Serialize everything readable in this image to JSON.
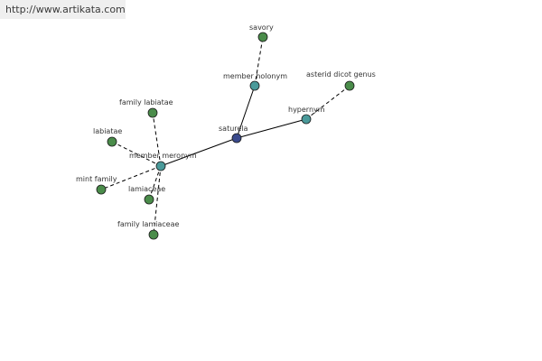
{
  "header": {
    "url": "http://www.artikata.com"
  },
  "colors": {
    "center": "#3a4a8c",
    "relation": "#4a9a9a",
    "leaf": "#4a8c4a",
    "edge": "#000000",
    "url_bg": "#efefef"
  },
  "graph": {
    "center": {
      "id": "saturela",
      "label": "saturela"
    },
    "relations": [
      {
        "id": "member_holonym",
        "label": "member holonym",
        "leaves": [
          {
            "id": "savory",
            "label": "savory"
          }
        ]
      },
      {
        "id": "hypernym",
        "label": "hypernym",
        "leaves": [
          {
            "id": "asterid_dicot_genus",
            "label": "asterid dicot genus"
          }
        ]
      },
      {
        "id": "member_meronym",
        "label": "member meronym",
        "leaves": [
          {
            "id": "family_labiatae",
            "label": "family labiatae"
          },
          {
            "id": "labiatae",
            "label": "labiatae"
          },
          {
            "id": "mint_family",
            "label": "mint family"
          },
          {
            "id": "lamiaceae",
            "label": "lamiaceae"
          },
          {
            "id": "family_lamiaceae",
            "label": "family lamiaceae"
          }
        ]
      }
    ]
  }
}
